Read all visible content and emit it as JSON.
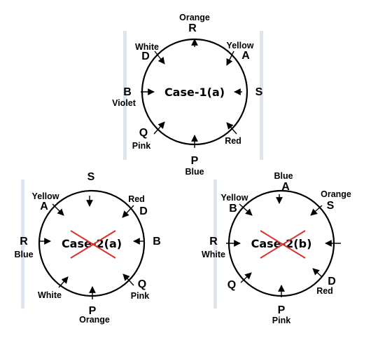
{
  "cases": [
    {
      "id": "case-1a",
      "title": "Case-1(a)",
      "crossed": false,
      "seats": [
        {
          "id": "top",
          "letter": "R",
          "color": "Orange",
          "arrow": true
        },
        {
          "id": "top-right",
          "letter": "A",
          "color": "Yellow",
          "arrow": true
        },
        {
          "id": "right",
          "letter": "S",
          "color": "",
          "arrow": true
        },
        {
          "id": "bottom-right",
          "letter": "",
          "color": "Red",
          "arrow": true
        },
        {
          "id": "bottom",
          "letter": "P",
          "color": "Blue",
          "arrow": true
        },
        {
          "id": "bottom-left",
          "letter": "Q",
          "color": "Pink",
          "arrow": true
        },
        {
          "id": "left",
          "letter": "B",
          "color": "Violet",
          "arrow": true
        },
        {
          "id": "top-left",
          "letter": "D",
          "color": "White",
          "arrow": true
        }
      ]
    },
    {
      "id": "case-2a",
      "title": "Case-2(a)",
      "crossed": true,
      "seats": [
        {
          "id": "top",
          "letter": "S",
          "color": "",
          "arrow": true
        },
        {
          "id": "top-right",
          "letter": "D",
          "color": "Red",
          "arrow": true
        },
        {
          "id": "right",
          "letter": "B",
          "color": "",
          "arrow": true
        },
        {
          "id": "bottom-right",
          "letter": "Q",
          "color": "Pink",
          "arrow": true
        },
        {
          "id": "bottom",
          "letter": "P",
          "color": "Orange",
          "arrow": true
        },
        {
          "id": "bottom-left",
          "letter": "",
          "color": "White",
          "arrow": true
        },
        {
          "id": "left",
          "letter": "R",
          "color": "Blue",
          "arrow": true
        },
        {
          "id": "top-left",
          "letter": "A",
          "color": "Yellow",
          "arrow": true
        }
      ]
    },
    {
      "id": "case-2b",
      "title": "Case-2(b)",
      "crossed": true,
      "seats": [
        {
          "id": "top",
          "letter": "A",
          "color": "Blue",
          "arrow": true
        },
        {
          "id": "top-right",
          "letter": "S",
          "color": "Orange",
          "arrow": true
        },
        {
          "id": "right",
          "letter": "",
          "color": "",
          "arrow": true
        },
        {
          "id": "bottom-right",
          "letter": "D",
          "color": "Red",
          "arrow": true
        },
        {
          "id": "bottom",
          "letter": "P",
          "color": "Pink",
          "arrow": true
        },
        {
          "id": "bottom-left",
          "letter": "Q",
          "color": "",
          "arrow": true
        },
        {
          "id": "left",
          "letter": "R",
          "color": "White",
          "arrow": true
        },
        {
          "id": "top-left",
          "letter": "B",
          "color": "Yellow",
          "arrow": true
        }
      ]
    }
  ],
  "colors": {
    "circle": "#000000",
    "cross": "#d9302c",
    "bar": "#dde4ef"
  }
}
